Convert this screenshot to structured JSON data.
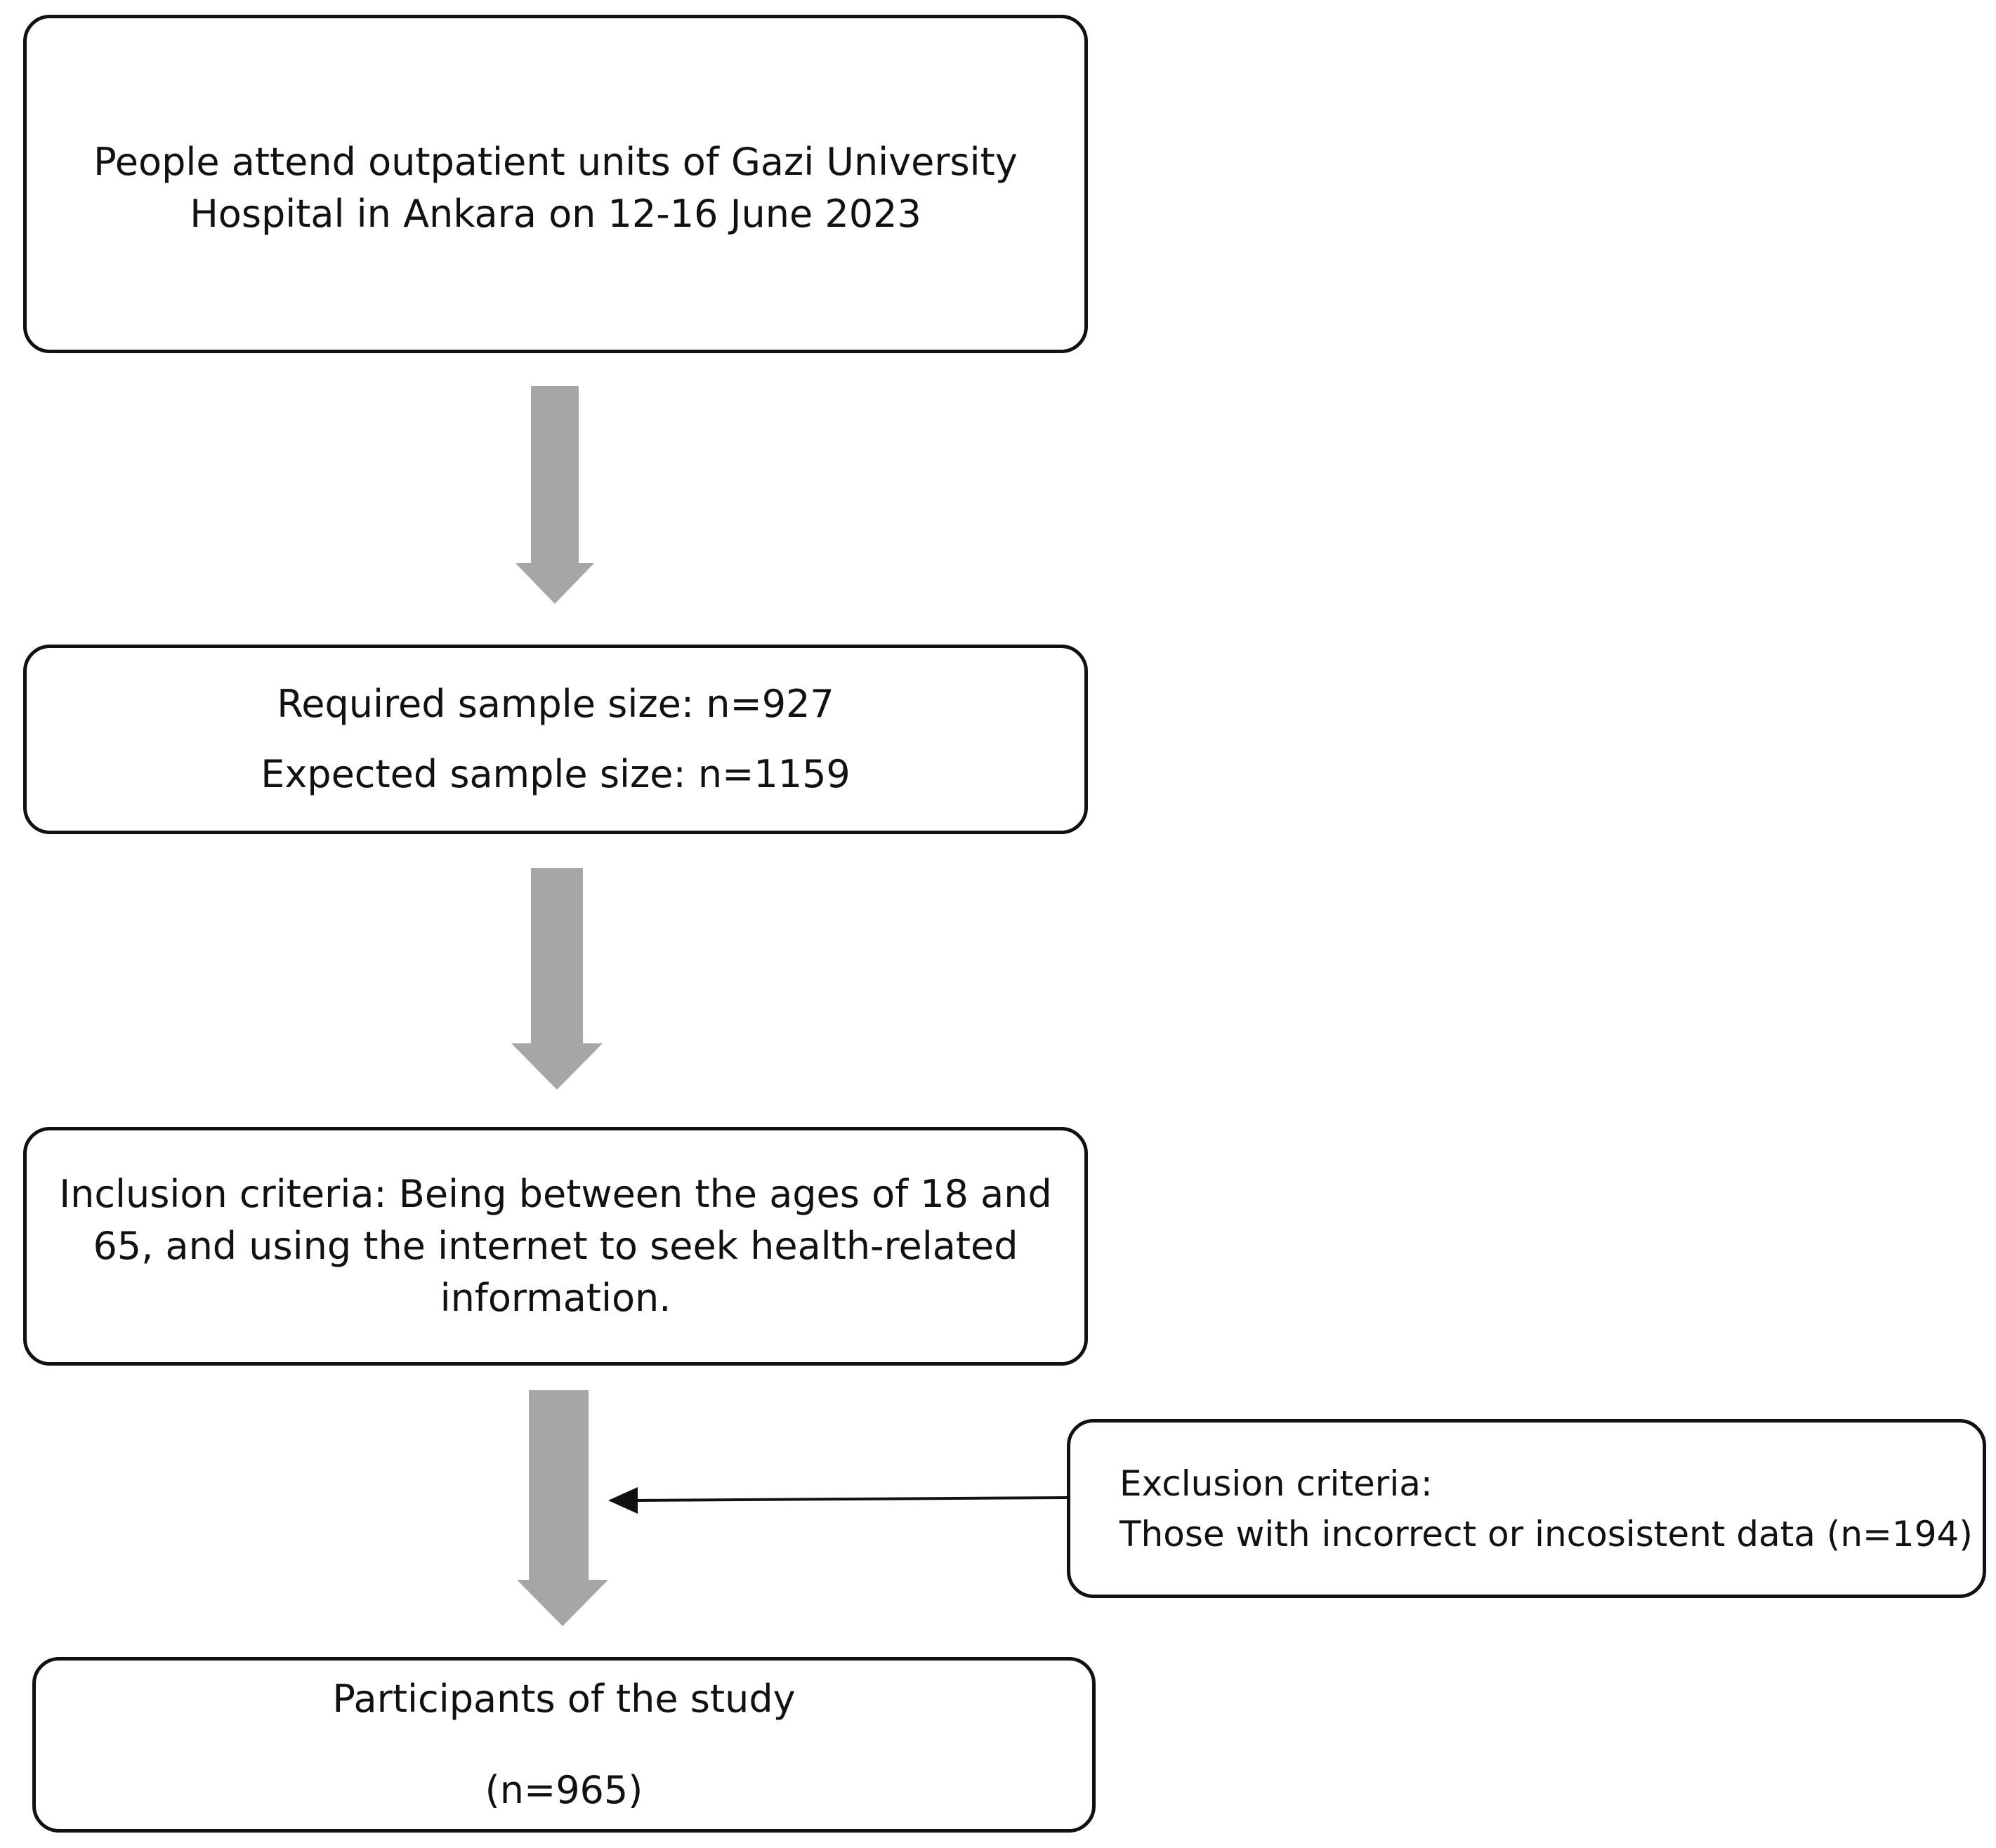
{
  "boxes": {
    "population": {
      "lines": [
        "People attend outpatient units of Gazi University",
        "Hospital in Ankara on 12-16 June 2023"
      ]
    },
    "sample": {
      "lines": [
        "Required sample size: n=927",
        "Expected sample size: n=1159"
      ]
    },
    "inclusion": {
      "lines": [
        "Inclusion criteria: Being between the ages of 18 and",
        "65, and using the internet to seek health-related",
        "information."
      ]
    },
    "exclusion": {
      "lines": [
        "Exclusion criteria:",
        "Those with incorrect or incosistent data (n=194)"
      ]
    },
    "participants": {
      "lines": [
        "Participants of the study",
        "(n=965)"
      ]
    }
  },
  "colors": {
    "arrow": "#a6a6a6",
    "border": "#111111",
    "connector": "#111111"
  }
}
